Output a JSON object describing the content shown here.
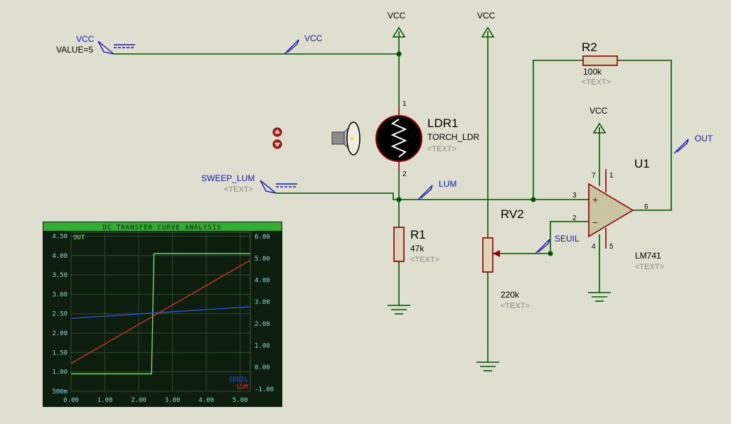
{
  "components": {
    "vcc_generator": {
      "name": "VCC",
      "value": "VALUE=5"
    },
    "vcc_net_label": "VCC",
    "power_vcc_1": "VCC",
    "power_vcc_2": "VCC",
    "power_vcc_3": "VCC",
    "ldr1": {
      "ref": "LDR1",
      "value": "TORCH_LDR",
      "text": "<TEXT>",
      "pin1": "1",
      "pin2": "2"
    },
    "sweep": {
      "name": "SWEEP_LUM",
      "text": "<TEXT>"
    },
    "lum_label": "LUM",
    "r1": {
      "ref": "R1",
      "value": "47k",
      "text": "<TEXT>"
    },
    "rv2": {
      "ref": "RV2",
      "value": "220k",
      "text": "<TEXT>"
    },
    "seuil_label": "SEUIL",
    "r2": {
      "ref": "R2",
      "value": "100k",
      "text": "<TEXT>"
    },
    "u1": {
      "ref": "U1",
      "value": "LM741",
      "text": "<TEXT>",
      "pins": [
        "7",
        "1",
        "3",
        "2",
        "6",
        "4",
        "5"
      ],
      "plus": "+",
      "minus": "−"
    },
    "out_label": "OUT"
  },
  "chart_data": {
    "type": "line",
    "title": "DC TRANSFER CURVE ANALYSIS",
    "x_ticks": [
      "0.00",
      "1.00",
      "2.00",
      "3.00",
      "4.00",
      "5.00"
    ],
    "y_left_ticks": [
      "4.50",
      "4.00",
      "3.50",
      "3.00",
      "2.50",
      "2.00",
      "1.50",
      "1.00",
      "500m"
    ],
    "y_right_ticks": [
      "6.00",
      "5.00",
      "4.00",
      "3.00",
      "2.00",
      "1.00",
      "0.00",
      "-1.00"
    ],
    "xlim": [
      0,
      5.3
    ],
    "ylim_left": [
      0.5,
      4.6
    ],
    "ylim_right": [
      -1.1,
      6.2
    ],
    "series": [
      {
        "name": "OUT",
        "axis": "left",
        "color": "#7ee27e",
        "x": [
          0,
          2.3,
          2.38,
          2.45,
          5.3
        ],
        "y": [
          0.95,
          0.95,
          0.95,
          4.05,
          4.05
        ]
      },
      {
        "name": "SEUIL",
        "axis": "left",
        "color": "#2e55e8",
        "x": [
          0,
          5.3
        ],
        "y": [
          2.38,
          2.68
        ]
      },
      {
        "name": "LUM",
        "axis": "left",
        "color": "#e03030",
        "x": [
          0,
          5.3
        ],
        "y": [
          1.22,
          3.88
        ]
      }
    ],
    "legend_left": [
      "OUT"
    ],
    "legend_right": [
      "SEUIL",
      "LUM"
    ],
    "colors": {
      "background": "#0e1e0e",
      "title_bar": "#2fae2f",
      "grid": "#2e4a2e",
      "text": "#8fd6d6"
    }
  }
}
